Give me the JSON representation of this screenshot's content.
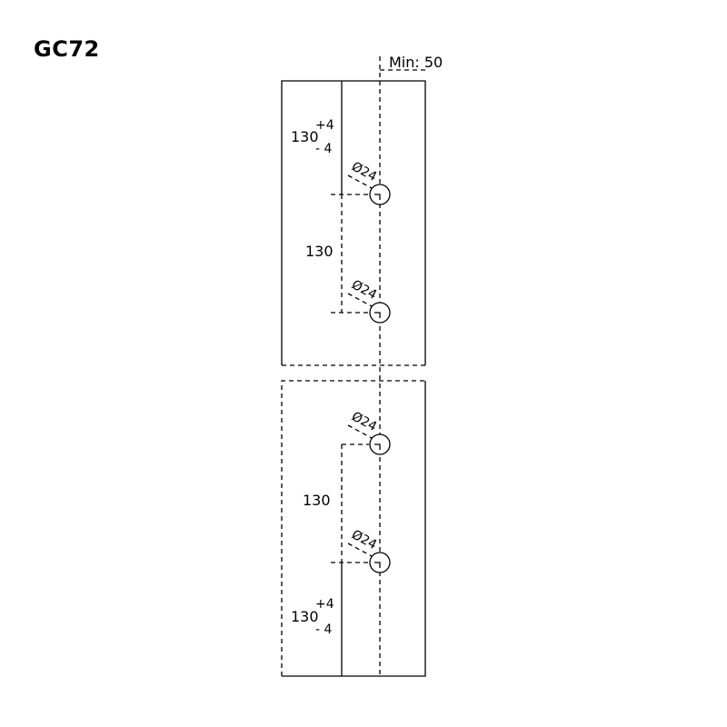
{
  "title": "GC72",
  "labels": {
    "min_clearance": "Min: 50",
    "upper_dim_value": "130",
    "upper_tol_plus": "+4",
    "upper_tol_minus": "- 4",
    "upper_spacing": "130",
    "lower_spacing": "130",
    "lower_dim_value": "130",
    "lower_tol_plus": "+4",
    "lower_tol_minus": "- 4",
    "hole_diameter_1": "Ø24",
    "hole_diameter_2": "Ø24",
    "hole_diameter_3": "Ø24",
    "hole_diameter_4": "Ø24"
  },
  "colors": {
    "line": "#000000",
    "background": "#ffffff"
  }
}
